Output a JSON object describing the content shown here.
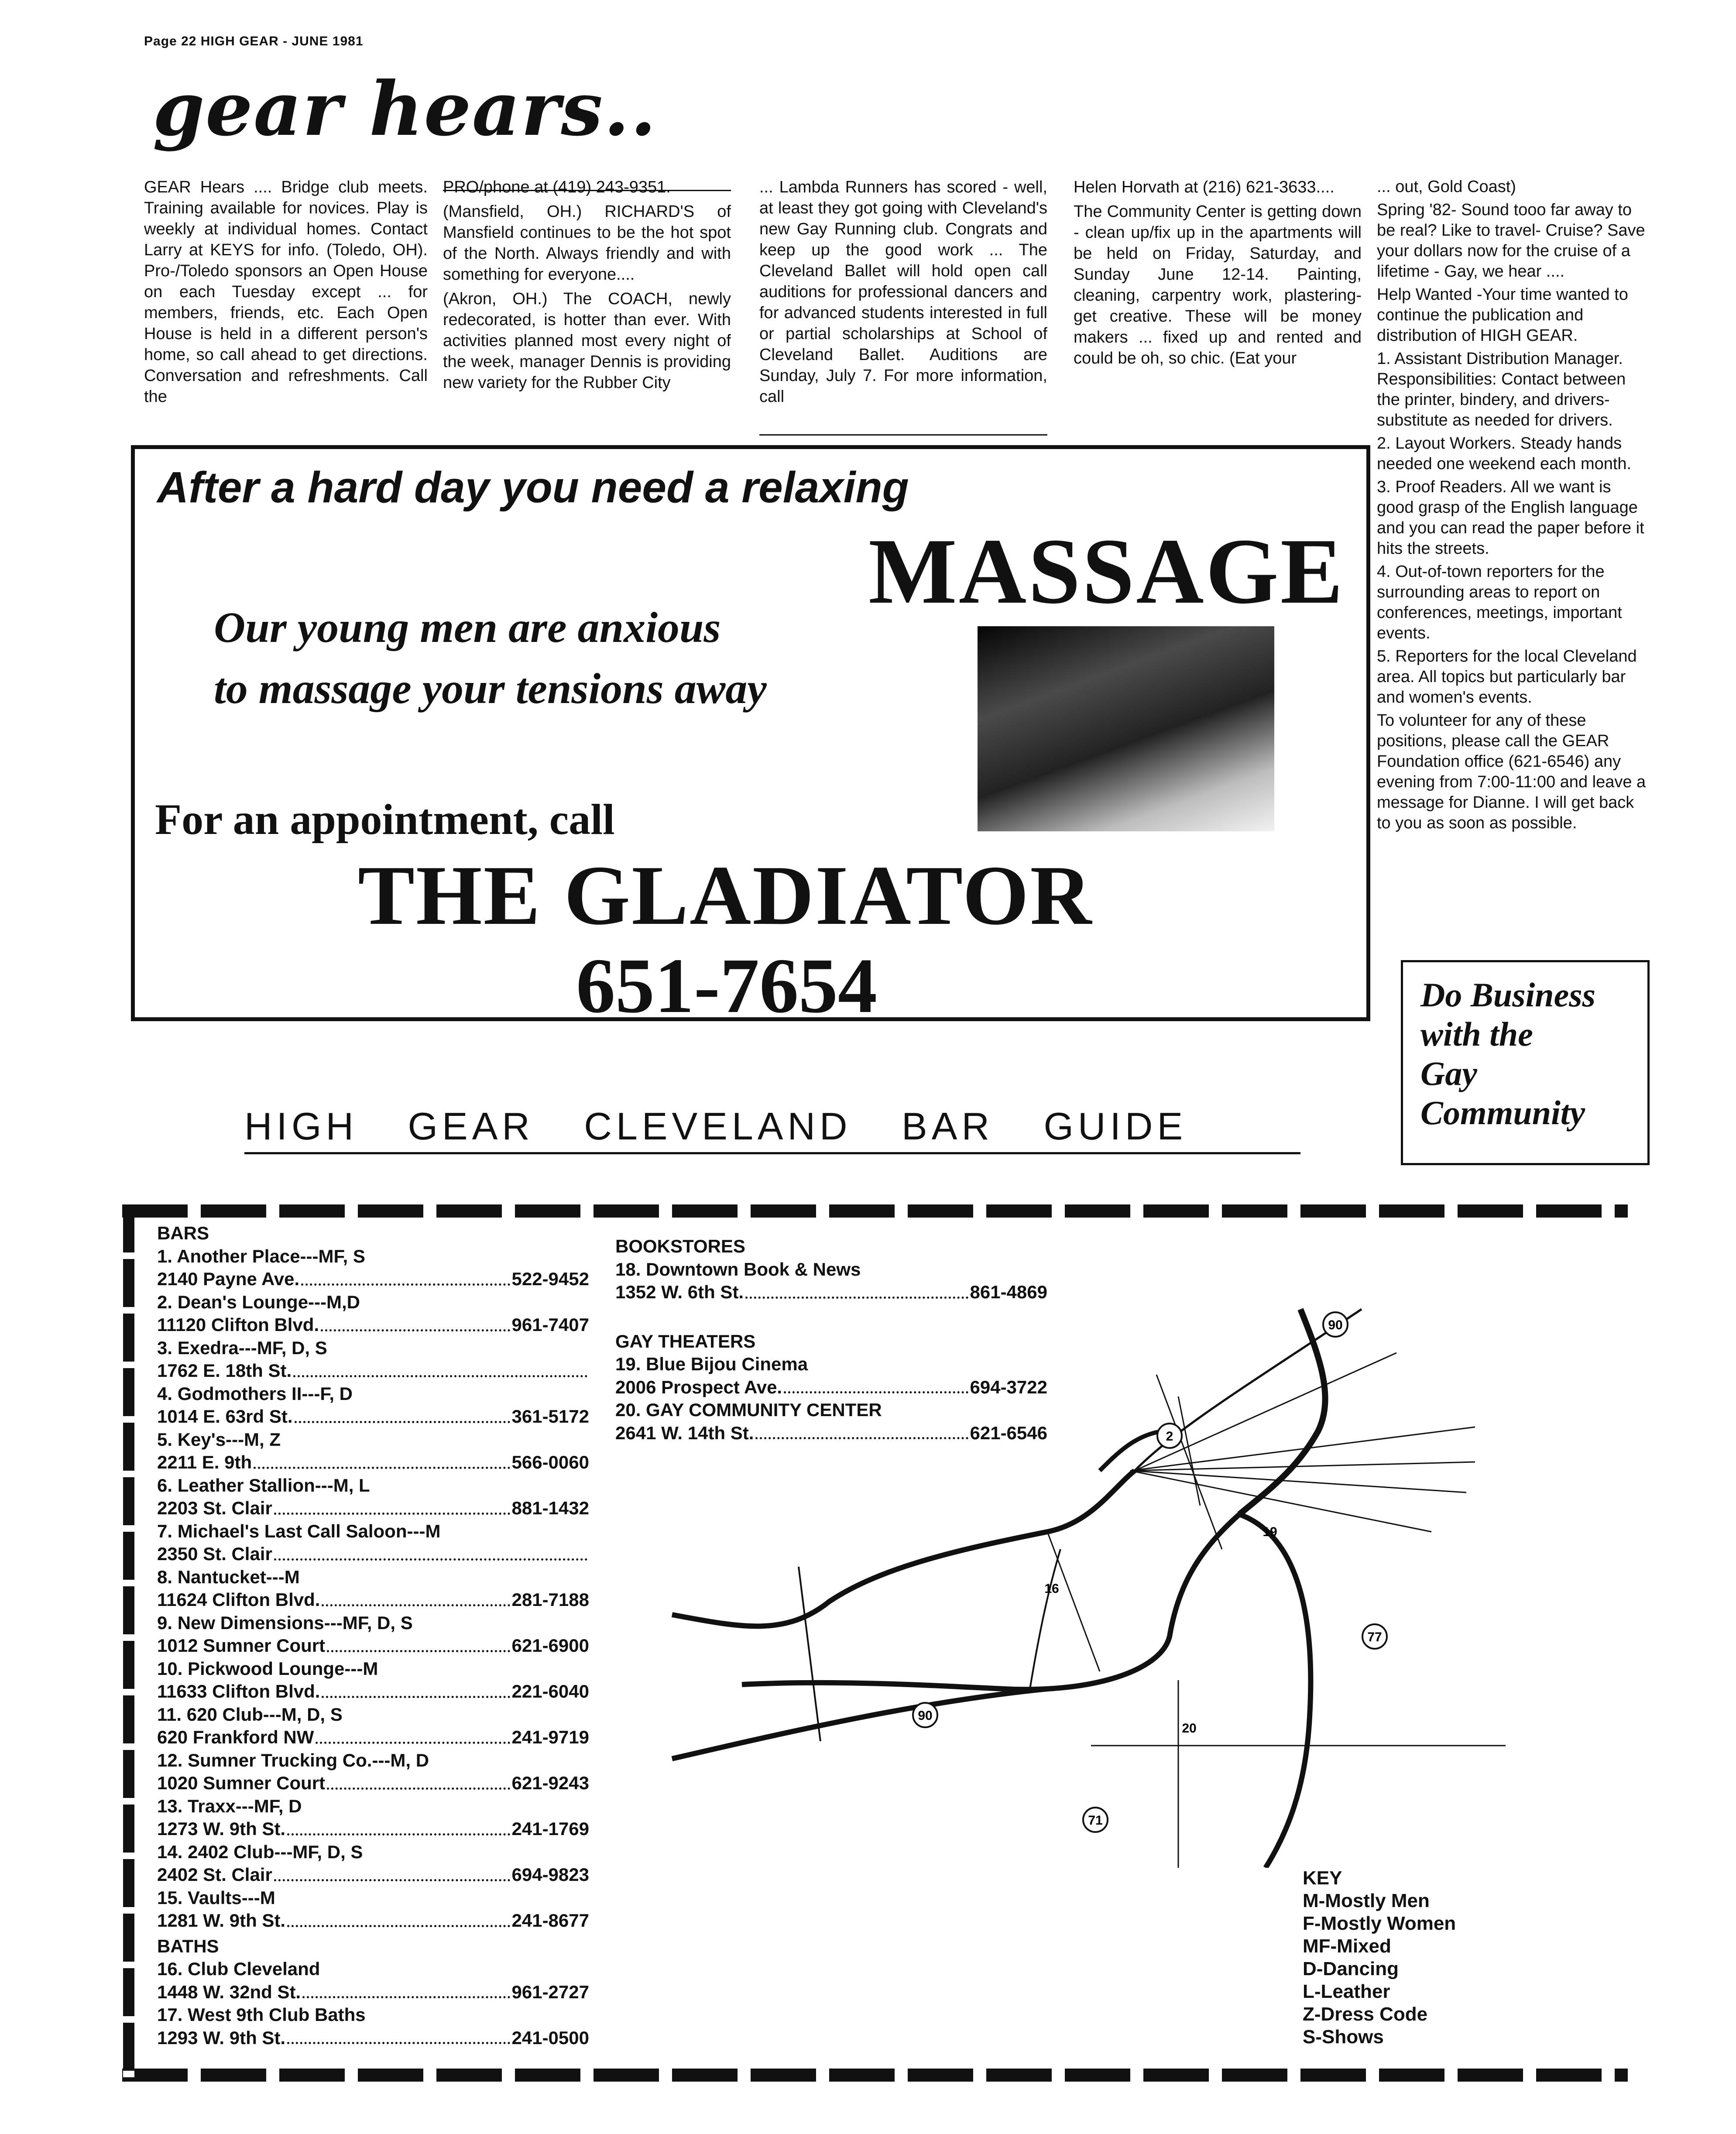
{
  "header": {
    "page_line": "Page 22 HIGH GEAR - JUNE 1981",
    "masthead": "gear hears.."
  },
  "columns": [
    {
      "paras": [
        "GEAR Hears .... Bridge club meets. Training available for novices. Play is weekly at individual homes. Contact Larry at KEYS for info. (Toledo, OH). Pro-/Toledo sponsors an Open House on each Tuesday except ... for members, friends, etc. Each Open House is held in a different person's home, so call ahead to get directions. Conversation and refreshments. Call the"
      ]
    },
    {
      "paras": [
        "PRO/phone at (419) 243-9351.",
        "(Mansfield, OH.) RICHARD'S of Mansfield continues to be the hot spot of the North. Always friendly and with something for everyone....",
        "(Akron, OH.) The COACH, newly redecorated, is hotter than ever. With activities planned most every night of the week, manager Dennis is providing new variety for the Rubber City"
      ]
    },
    {
      "paras": [
        "... Lambda Runners has scored - well, at least they got going with Cleveland's new Gay Running club. Congrats and keep up the good work ... The Cleveland Ballet will hold open call auditions for professional dancers and for advanced students interested in full or partial scholarships at School of Cleveland Ballet. Auditions are Sunday, July 7. For more information, call"
      ]
    },
    {
      "paras": [
        "Helen Horvath at (216) 621-3633....",
        "The Community Center is getting down - clean up/fix up in the apartments will be held on Friday, Saturday, and Sunday June 12-14. Painting, cleaning, carpentry work, plastering-get creative. These will be money makers ... fixed up and rented and could be oh, so chic. (Eat your"
      ]
    }
  ],
  "right_column": {
    "paras": [
      "... out, Gold Coast)",
      "Spring '82- Sound tooo far away to be real? Like to travel- Cruise? Save your dollars now for the cruise of a lifetime - Gay, we hear ....",
      "Help Wanted -Your time wanted to continue the publication and distribution of HIGH GEAR.",
      "1. Assistant Distribution Manager. Responsibilities: Contact between the printer, bindery, and drivers-substitute as needed for drivers.",
      "2. Layout Workers. Steady hands needed one weekend each month.",
      "3. Proof Readers. All we want is good grasp of the English language and you can read the paper before it hits the streets.",
      "4. Out-of-town reporters for the surrounding areas to report on conferences, meetings, important events.",
      "5. Reporters for the local Cleveland area. All topics but particularly bar and women's events.",
      "To volunteer for any of these positions, please call the GEAR Foundation office (621-6546) any evening from 7:00-11:00 and leave a message for Dianne. I will get back to you as soon as possible."
    ]
  },
  "ad": {
    "headline": "After a hard day you need a relaxing",
    "massage": "MASSAGE",
    "line1": "Our young men are anxious",
    "line2": "to massage your tensions away",
    "appointment": "For an appointment, call",
    "name": "THE GLADIATOR",
    "phone": "651-7654"
  },
  "do_business": {
    "lines": [
      "Do Business",
      "with the",
      "Gay",
      "Community"
    ]
  },
  "guide_title": "HIGH GEAR CLEVELAND BAR GUIDE",
  "bars": {
    "title": "BARS",
    "items": [
      {
        "name": "1. Another Place---MF, S",
        "addr": "2140 Payne Ave.",
        "phone": "522-9452"
      },
      {
        "name": "2. Dean's Lounge---M,D",
        "addr": "11120 Clifton Blvd.",
        "phone": "961-7407"
      },
      {
        "name": "3. Exedra---MF, D, S",
        "addr": "1762 E. 18th St.",
        "phone": ""
      },
      {
        "name": "4. Godmothers II---F, D",
        "addr": "1014 E. 63rd St.",
        "phone": "361-5172"
      },
      {
        "name": "5. Key's---M, Z",
        "addr": "2211 E. 9th",
        "phone": "566-0060"
      },
      {
        "name": "6. Leather Stallion---M, L",
        "addr": "2203 St. Clair",
        "phone": "881-1432"
      },
      {
        "name": "7. Michael's Last Call Saloon---M",
        "addr": "2350 St. Clair",
        "phone": ""
      },
      {
        "name": "8. Nantucket---M",
        "addr": "11624 Clifton Blvd.",
        "phone": "281-7188"
      },
      {
        "name": "9. New Dimensions---MF, D, S",
        "addr": "1012 Sumner Court",
        "phone": "621-6900"
      },
      {
        "name": "10. Pickwood Lounge---M",
        "addr": "11633 Clifton Blvd.",
        "phone": "221-6040"
      },
      {
        "name": "11. 620 Club---M, D, S",
        "addr": "620 Frankford NW",
        "phone": "241-9719"
      },
      {
        "name": "12. Sumner Trucking Co.---M, D",
        "addr": "1020 Sumner Court",
        "phone": "621-9243"
      },
      {
        "name": "13. Traxx---MF, D",
        "addr": "1273 W. 9th St.",
        "phone": "241-1769"
      },
      {
        "name": "14. 2402 Club---MF, D, S",
        "addr": "2402 St. Clair",
        "phone": "694-9823"
      },
      {
        "name": "15. Vaults---M",
        "addr": "1281 W. 9th St.",
        "phone": "241-8677"
      }
    ]
  },
  "baths": {
    "title": "BATHS",
    "items": [
      {
        "name": "16. Club Cleveland",
        "addr": "1448 W. 32nd St.",
        "phone": "961-2727"
      },
      {
        "name": "17. West 9th Club Baths",
        "addr": "1293 W. 9th St.",
        "phone": "241-0500"
      }
    ]
  },
  "bookstores": {
    "title": "BOOKSTORES",
    "items": [
      {
        "name": "18. Downtown Book & News",
        "addr": "1352 W. 6th St.",
        "phone": "861-4869"
      }
    ]
  },
  "theaters": {
    "title": "GAY THEATERS",
    "items": [
      {
        "name": "19. Blue Bijou Cinema",
        "addr": "2006 Prospect Ave.",
        "phone": "694-3722"
      },
      {
        "name": "20. GAY COMMUNITY CENTER",
        "addr": "2641 W. 14th St.",
        "phone": "621-6546"
      }
    ]
  },
  "map": {
    "route_labels": [
      "90",
      "2",
      "90",
      "71",
      "77"
    ],
    "point_labels": [
      "16",
      "20",
      "19"
    ]
  },
  "key": {
    "title": "KEY",
    "items": [
      "M-Mostly Men",
      "F-Mostly Women",
      "MF-Mixed",
      "D-Dancing",
      "L-Leather",
      "Z-Dress Code",
      "S-Shows"
    ]
  }
}
